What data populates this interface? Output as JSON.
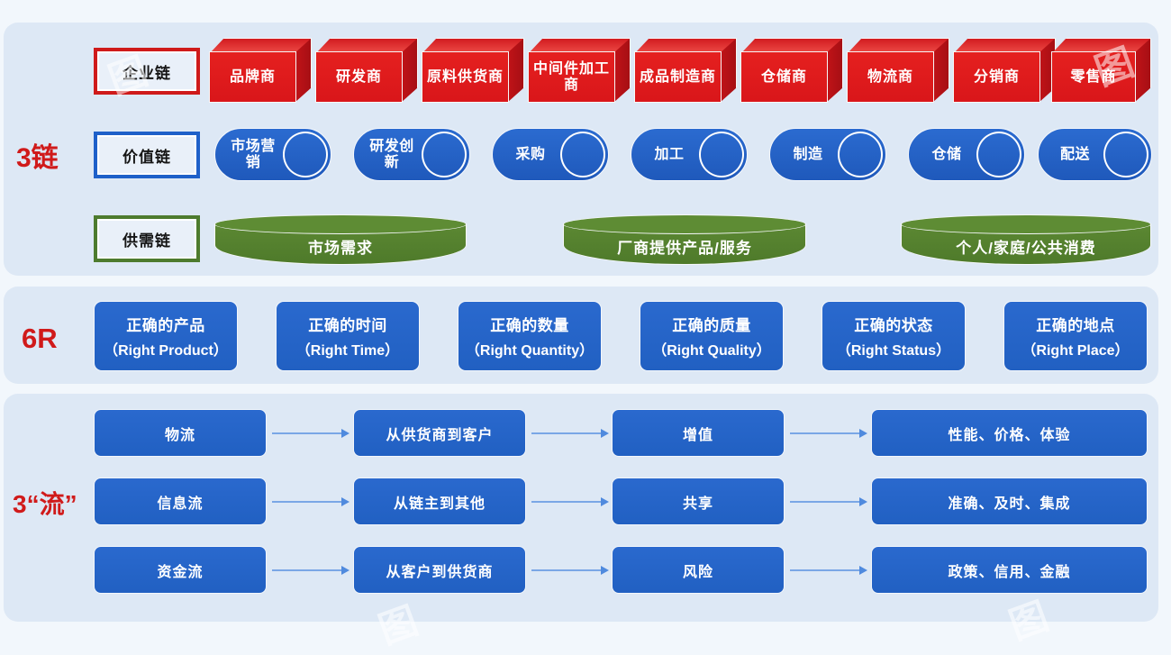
{
  "sections": {
    "chains": {
      "label": "3链",
      "rows": [
        {
          "name": "enterprise-chain",
          "plate": "企业链",
          "items": [
            "品牌商",
            "研发商",
            "原料供货商",
            "中间件加工商",
            "成品制造商",
            "仓储商",
            "物流商",
            "分销商",
            "零售商"
          ]
        },
        {
          "name": "value-chain",
          "plate": "价值链",
          "items": [
            "市场营销",
            "研发创新",
            "采购",
            "加工",
            "制造",
            "仓储",
            "配送"
          ]
        },
        {
          "name": "supply-demand-chain",
          "plate": "供需链",
          "items": [
            "市场需求",
            "厂商提供产品/服务",
            "个人/家庭/公共消费"
          ]
        }
      ]
    },
    "six_r": {
      "label": "6R",
      "items": [
        {
          "cn": "正确的产品",
          "en": "（Right Product）"
        },
        {
          "cn": "正确的时间",
          "en": "（Right Time）"
        },
        {
          "cn": "正确的数量",
          "en": "（Right Quantity）"
        },
        {
          "cn": "正确的质量",
          "en": "（Right Quality）"
        },
        {
          "cn": "正确的状态",
          "en": "（Right Status）"
        },
        {
          "cn": "正确的地点",
          "en": "（Right Place）"
        }
      ]
    },
    "three_flows": {
      "label": "3“流”",
      "rows": [
        {
          "flow": "物流",
          "path": "从供货商到客户",
          "attr": "增值",
          "result": "性能、价格、体验"
        },
        {
          "flow": "信息流",
          "path": "从链主到其他",
          "attr": "共享",
          "result": "准确、及时、集成"
        },
        {
          "flow": "资金流",
          "path": "从客户到供货商",
          "attr": "风险",
          "result": "政策、信用、金融"
        }
      ]
    }
  },
  "colors": {
    "panel_bg": "#dde8f5",
    "page_bg": "#f2f7fc",
    "red": "#d9161a",
    "blue": "#2160c2",
    "green": "#4e7a2a",
    "label_red": "#d01a1a",
    "arrow": "#7aa7e6"
  },
  "watermark": "图"
}
